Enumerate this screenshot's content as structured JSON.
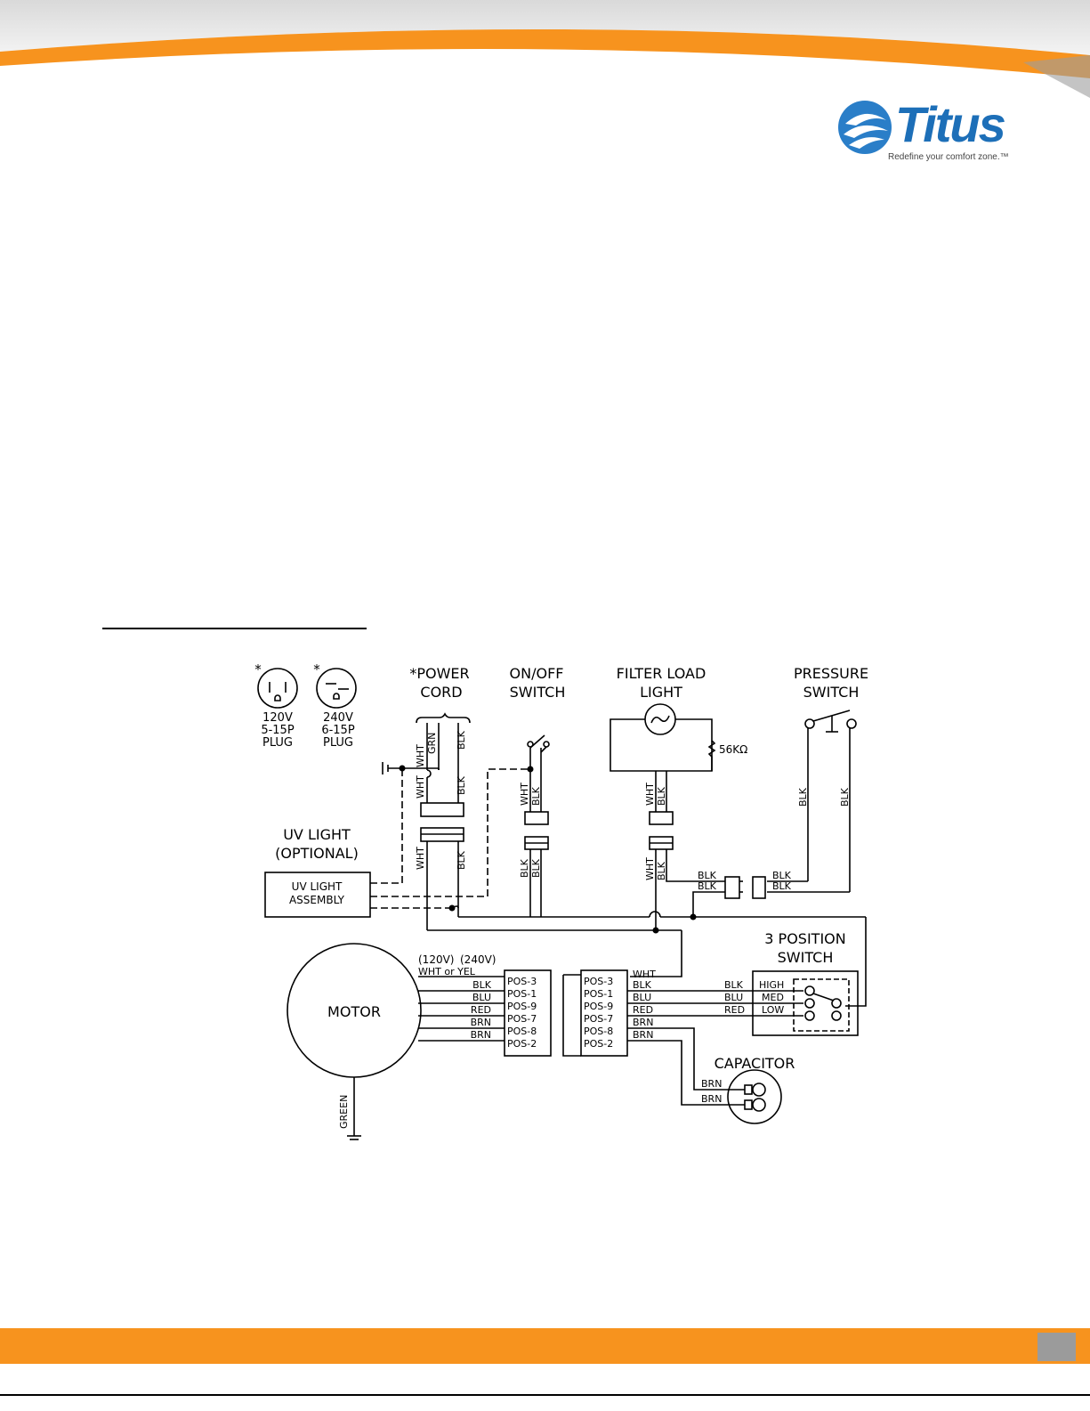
{
  "logo": {
    "name": "Titus",
    "tagline": "Redefine your comfort zone.™"
  },
  "diagram": {
    "plugs": [
      {
        "star": "*",
        "voltage": "120V",
        "type": "5-15P",
        "label": "PLUG"
      },
      {
        "star": "*",
        "voltage": "240V",
        "type": "6-15P",
        "label": "PLUG"
      }
    ],
    "headers": {
      "power_cord_1": "*POWER",
      "power_cord_2": "CORD",
      "onoff_1": "ON/OFF",
      "onoff_2": "SWITCH",
      "filter_1": "FILTER  LOAD",
      "filter_2": "LIGHT",
      "pressure_1": "PRESSURE",
      "pressure_2": "SWITCH"
    },
    "resistor": "56KΩ",
    "uv_light": {
      "title_1": "UV  LIGHT",
      "title_2": "(OPTIONAL)",
      "box_1": "UV  LIGHT",
      "box_2": "ASSEMBLY"
    },
    "wires": {
      "wht": "WHT",
      "grn": "GRN",
      "blk": "BLK",
      "blu": "BLU",
      "red": "RED",
      "brn": "BRN",
      "green": "GREEN",
      "wht_or_yel": "WHT  or  YEL"
    },
    "voltage_labels": {
      "v120": "(120V)",
      "v240": "(240V)"
    },
    "motor": "MOTOR",
    "positions": [
      "POS-3",
      "POS-1",
      "POS-9",
      "POS-7",
      "POS-8",
      "POS-2"
    ],
    "three_position": {
      "title_1": "3  POSITION",
      "title_2": "SWITCH",
      "high": "HIGH",
      "med": "MED",
      "low": "LOW"
    },
    "capacitor": "CAPACITOR"
  }
}
